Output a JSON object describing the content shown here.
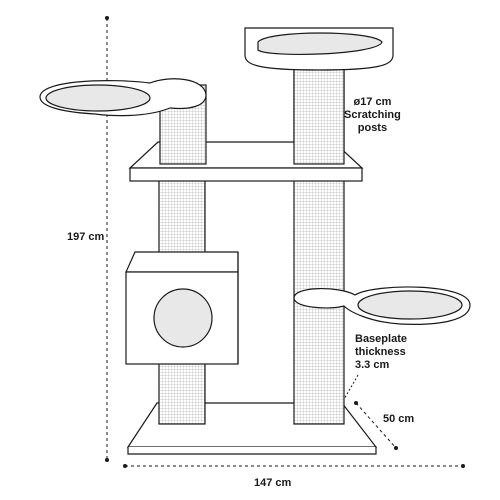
{
  "dimensions": {
    "height": "197 cm",
    "width": "147 cm",
    "depth": "50 cm"
  },
  "annotations": {
    "posts": {
      "line1": "ø17 cm",
      "line2": "Scratching",
      "line3": "posts"
    },
    "baseplate": {
      "line1": "Baseplate",
      "line2": "thickness",
      "line3": "3.3 cm"
    }
  },
  "colors": {
    "stroke": "#1a1a1a",
    "fill": "#ffffff",
    "cushion": "#e8e8e8",
    "sisal": "#dedede"
  }
}
